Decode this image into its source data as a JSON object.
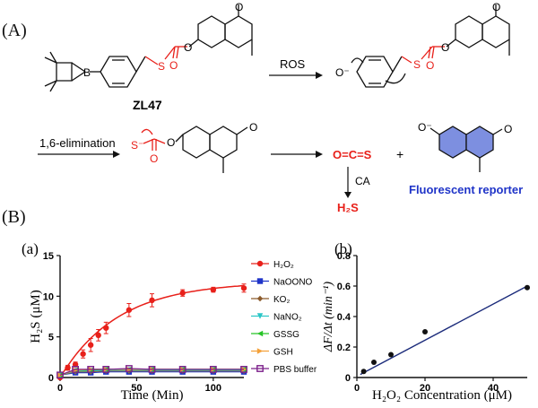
{
  "labels": {
    "section_a": "(A)",
    "section_b": "(B)",
    "compound_name": "ZL47",
    "arrow_ros": "ROS",
    "arrow_elim": "1,6-elimination",
    "ocs": "O=C=S",
    "ca": "CA",
    "h2s": "H₂S",
    "fluor": "Fluorescent reporter",
    "panel_a": "(a)",
    "panel_b": "(b)",
    "plus": "+",
    "atoms": {
      "O": "O",
      "S": "S",
      "B": "B",
      "O_minus": "O⁻",
      "S_minus": "S⁻"
    }
  },
  "colors": {
    "red": "#e8201a",
    "blue": "#1f34c8",
    "black": "#111111",
    "fluor_fill": "#7d8fe0"
  },
  "chart_data": [
    {
      "type": "scatter",
      "panel": "(a)",
      "xlabel": "Time (Min)",
      "ylabel": "H₂S (μM)",
      "xlim": [
        0,
        120
      ],
      "ylim": [
        0,
        15
      ],
      "xticks": [
        0,
        50,
        100
      ],
      "yticks": [
        0,
        5,
        10,
        15
      ],
      "legend_position": "right",
      "series": [
        {
          "name": "H₂O₂",
          "color": "#e8201a",
          "marker": "circle",
          "x": [
            0,
            5,
            10,
            15,
            20,
            25,
            30,
            45,
            60,
            80,
            100,
            120
          ],
          "y": [
            0,
            1.2,
            1.6,
            2.9,
            4.0,
            5.2,
            6.1,
            8.3,
            9.5,
            10.4,
            10.8,
            11.0
          ],
          "err": [
            0,
            0.3,
            0.3,
            0.5,
            0.8,
            0.7,
            0.7,
            0.8,
            0.8,
            0.4,
            0.3,
            0.5
          ],
          "fit": true
        },
        {
          "name": "NaOONO",
          "color": "#1f34c8",
          "marker": "square",
          "x": [
            0,
            10,
            20,
            30,
            45,
            60,
            80,
            100,
            120
          ],
          "y": [
            0.3,
            0.6,
            0.6,
            0.7,
            0.7,
            0.7,
            0.7,
            0.7,
            0.7
          ]
        },
        {
          "name": "KO₂",
          "color": "#8b5a2b",
          "marker": "diamond",
          "x": [
            0,
            10,
            20,
            30,
            45,
            60,
            80,
            100,
            120
          ],
          "y": [
            0.3,
            0.7,
            0.7,
            0.8,
            0.8,
            0.8,
            0.8,
            0.8,
            0.8
          ]
        },
        {
          "name": "NaNO₂",
          "color": "#2cc7c7",
          "marker": "triangle-down",
          "x": [
            0,
            10,
            20,
            30,
            45,
            60,
            80,
            100,
            120
          ],
          "y": [
            0.3,
            0.8,
            0.8,
            0.9,
            0.9,
            0.9,
            0.9,
            0.9,
            0.9
          ]
        },
        {
          "name": "GSSG",
          "color": "#27c427",
          "marker": "triangle-left",
          "x": [
            0,
            10,
            20,
            30,
            45,
            60,
            80,
            100,
            120
          ],
          "y": [
            0.3,
            0.9,
            0.9,
            1.0,
            1.0,
            1.0,
            1.0,
            1.0,
            1.0
          ]
        },
        {
          "name": "GSH",
          "color": "#f4a13a",
          "marker": "triangle-right",
          "x": [
            0,
            10,
            20,
            30,
            45,
            60,
            80,
            100,
            120
          ],
          "y": [
            0.3,
            0.9,
            1.0,
            1.0,
            1.0,
            1.0,
            1.0,
            1.0,
            1.0
          ]
        },
        {
          "name": "PBS buffer",
          "color": "#7b1f8a",
          "marker": "open-square",
          "x": [
            0,
            10,
            20,
            30,
            45,
            60,
            80,
            100,
            120
          ],
          "y": [
            0.3,
            1.0,
            1.0,
            1.0,
            1.1,
            1.0,
            1.0,
            1.0,
            1.0
          ]
        }
      ]
    },
    {
      "type": "scatter",
      "panel": "(b)",
      "xlabel": "H₂O₂ Concentration (μM)",
      "ylabel": "ΔF/Δt (min⁻¹)",
      "xlim": [
        0,
        50
      ],
      "ylim": [
        0,
        0.8
      ],
      "xticks": [
        0,
        20,
        40
      ],
      "yticks": [
        0,
        0.2,
        0.4,
        0.6,
        0.8
      ],
      "series": [
        {
          "name": "",
          "color": "#111111",
          "x": [
            2,
            5,
            10,
            20,
            50
          ],
          "y": [
            0.04,
            0.1,
            0.15,
            0.3,
            0.59
          ],
          "fit_line": [
            [
              1,
              0.02
            ],
            [
              50,
              0.6
            ]
          ]
        }
      ]
    }
  ]
}
